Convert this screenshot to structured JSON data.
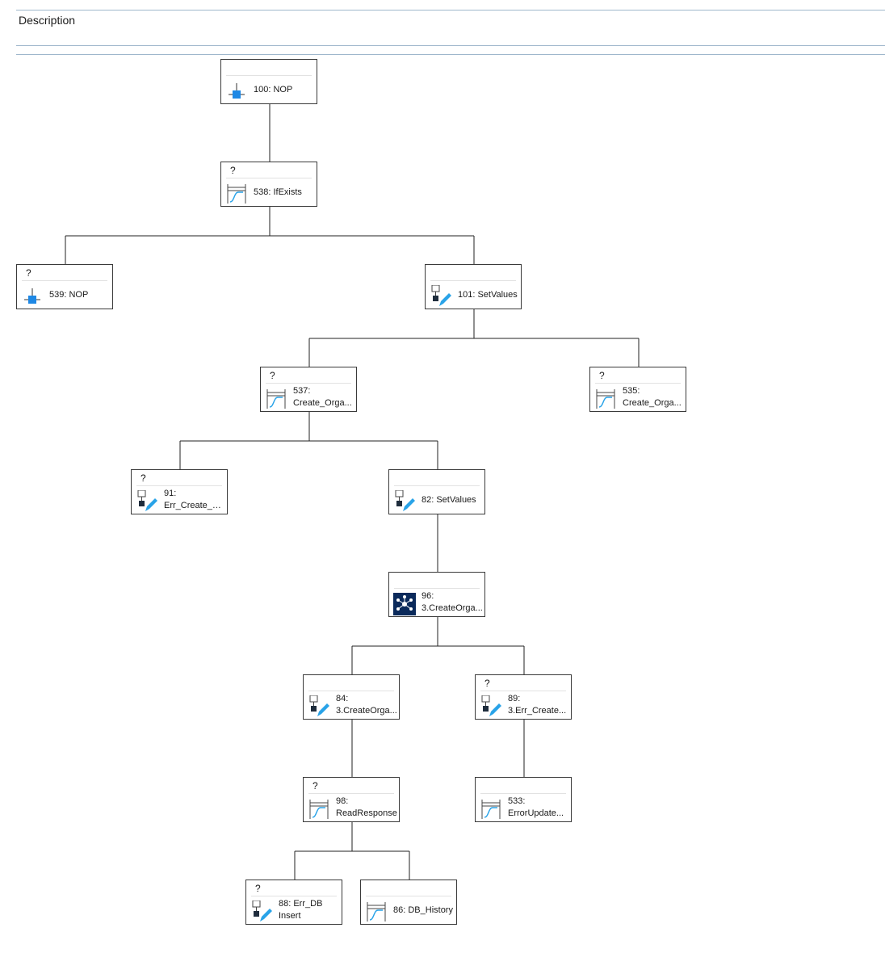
{
  "header": {
    "description_label": "Description"
  },
  "nodes": [
    {
      "id": "100",
      "question": "",
      "icon": "nop-icon",
      "line1": "100: NOP",
      "line2": ""
    },
    {
      "id": "538",
      "question": "?",
      "icon": "ifexists-icon",
      "line1": "538: IfExists",
      "line2": ""
    },
    {
      "id": "539",
      "question": "?",
      "icon": "nop-icon",
      "line1": "539: NOP",
      "line2": ""
    },
    {
      "id": "101",
      "question": "",
      "icon": "setvalues-icon",
      "line1": "101: SetValues",
      "line2": ""
    },
    {
      "id": "537",
      "question": "?",
      "icon": "ifexists-icon",
      "line1": "537:",
      "line2": "Create_Orga..."
    },
    {
      "id": "535",
      "question": "?",
      "icon": "ifexists-icon",
      "line1": "535:",
      "line2": "Create_Orga..."
    },
    {
      "id": "91",
      "question": "?",
      "icon": "setvalues-icon",
      "line1": "91:",
      "line2": "Err_Create_O..."
    },
    {
      "id": "82",
      "question": "",
      "icon": "setvalues-icon",
      "line1": "82: SetValues",
      "line2": ""
    },
    {
      "id": "96",
      "question": "",
      "icon": "network-icon",
      "line1": "96:",
      "line2": "3.CreateOrga..."
    },
    {
      "id": "84",
      "question": "",
      "icon": "setvalues-icon",
      "line1": "84:",
      "line2": "3.CreateOrga..."
    },
    {
      "id": "89",
      "question": "?",
      "icon": "setvalues-icon",
      "line1": "89:",
      "line2": "3.Err_Create..."
    },
    {
      "id": "98",
      "question": "?",
      "icon": "ifexists-icon",
      "line1": "98:",
      "line2": "ReadResponse"
    },
    {
      "id": "533",
      "question": "",
      "icon": "ifexists-icon",
      "line1": "533:",
      "line2": "ErrorUpdate..."
    },
    {
      "id": "88",
      "question": "?",
      "icon": "setvalues-icon",
      "line1": "88: Err_DB",
      "line2": "Insert"
    },
    {
      "id": "86",
      "question": "",
      "icon": "ifexists-icon",
      "line1": "86: DB_History",
      "line2": ""
    }
  ]
}
